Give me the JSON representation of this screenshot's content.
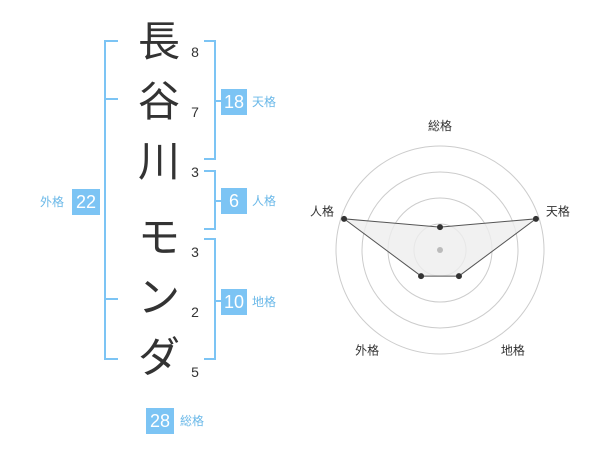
{
  "name": {
    "characters": [
      {
        "char": "長",
        "strokes": "8"
      },
      {
        "char": "谷",
        "strokes": "7"
      },
      {
        "char": "川",
        "strokes": "3"
      },
      {
        "char": "モ",
        "strokes": "3"
      },
      {
        "char": "ン",
        "strokes": "2"
      },
      {
        "char": "ダ",
        "strokes": "5"
      }
    ]
  },
  "fortune": {
    "tenkaku": {
      "value": "18",
      "label": "天格"
    },
    "jinkaku": {
      "value": "6",
      "label": "人格"
    },
    "chikaku": {
      "value": "10",
      "label": "地格"
    },
    "gaikaku": {
      "value": "22",
      "label": "外格"
    },
    "soukaku": {
      "value": "28",
      "label": "総格"
    }
  },
  "radar": {
    "axes": [
      "総格",
      "天格",
      "地格",
      "外格",
      "人格"
    ],
    "levels": 4,
    "values": [
      0.22,
      0.97,
      0.31,
      0.31,
      0.97
    ],
    "colors": {
      "ring": "#cccccc",
      "fill": "#eeeeee",
      "stroke": "#555555",
      "point": "#333333",
      "center": "#bbbbbb"
    }
  }
}
